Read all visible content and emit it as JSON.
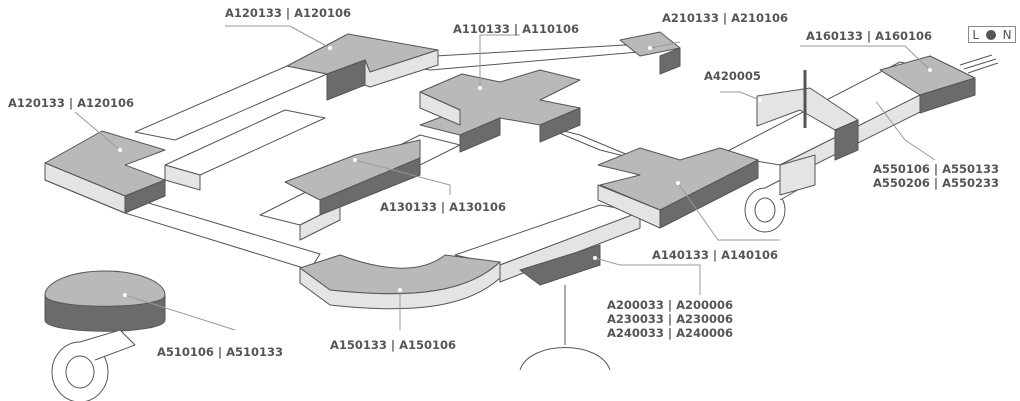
{
  "colors": {
    "track_top": "#ffffff",
    "track_side": "#e4e4e4",
    "part_top": "#b9b9b9",
    "part_side": "#6b6b6b",
    "line": "#555555",
    "leader": "#9a9a9a",
    "label_text": "#555555"
  },
  "labels": {
    "a120_top": "A120133 | A120106",
    "a110": "A110133 | A110106",
    "a210": "A210133 | A210106",
    "a160": "A160133 | A160106",
    "a420": "A420005",
    "a120_left": "A120133 | A120106",
    "a130": "A130133 | A130106",
    "a550_1": "A550106 | A550133",
    "a550_2": "A550206 | A550233",
    "a140": "A140133 | A140106",
    "a200_1": "A200033 | A200006",
    "a200_2": "A230033 | A230006",
    "a200_3": "A240033 | A240006",
    "a150": "A150133 | A150106",
    "a510": "A510106 | A510133"
  },
  "logo": {
    "left_letter": "L",
    "right_letter": "N",
    "icon": "circle-plug-icon"
  }
}
